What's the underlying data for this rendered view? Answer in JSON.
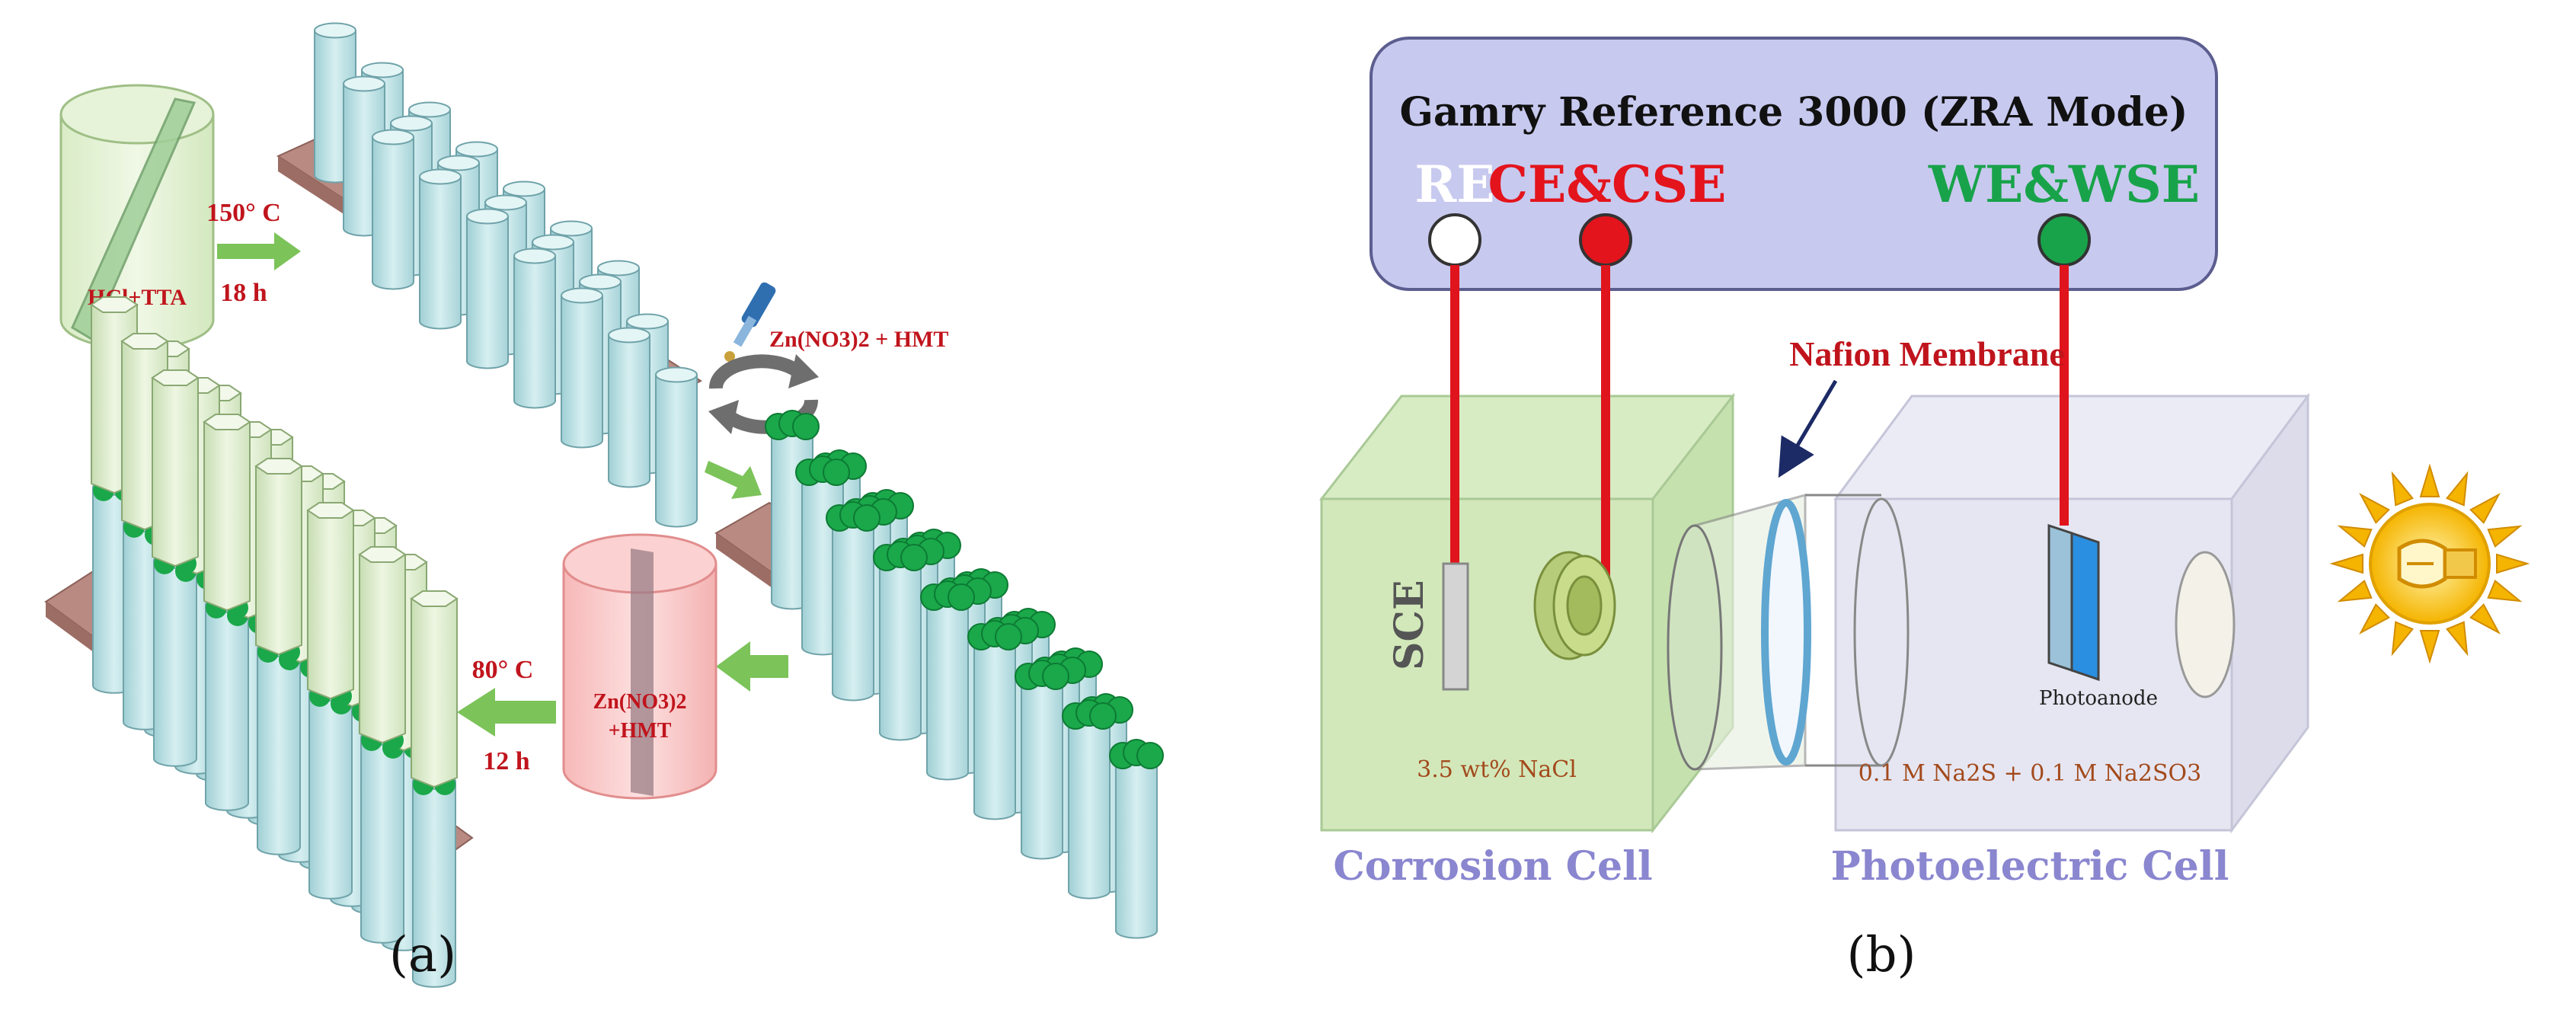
{
  "panel_a": {
    "step1": {
      "solution": "HCl+TTA",
      "temperature": "150° C",
      "time": "18 h"
    },
    "step2": {
      "solution": "Zn(NO3)2 + HMT"
    },
    "step3": {
      "temperature": "80° C",
      "time": "12 h",
      "solution_line1": "Zn(NO3)2",
      "solution_line2": "+HMT"
    },
    "caption": "(a)"
  },
  "panel_b": {
    "instrument": "Gamry Reference 3000 (ZRA Mode)",
    "electrodes": [
      {
        "label": "RE",
        "color": "#ffffff"
      },
      {
        "label": "CE&CSE",
        "color": "#e3141c"
      },
      {
        "label": "WE&WSE",
        "color": "#18a34a"
      }
    ],
    "membrane": "Nafion Membrane",
    "reference_electrode": "SCE",
    "photoanode": "Photoanode",
    "corrosion_electrolyte": "3.5 wt% NaCl",
    "photo_electrolyte": "0.1 M Na2S + 0.1 M Na2SO3",
    "corrosion_cell": "Corrosion Cell",
    "photoelectric_cell": "Photoelectric Cell",
    "caption": "(b)"
  },
  "colors": {
    "rod": "#bfe0e3",
    "substrate": "#b88a82",
    "arrow": "#7cc35a",
    "nanoparticle": "#1aa84a",
    "instrument_box": "#c8c9ef",
    "wire": "#e0141c"
  }
}
